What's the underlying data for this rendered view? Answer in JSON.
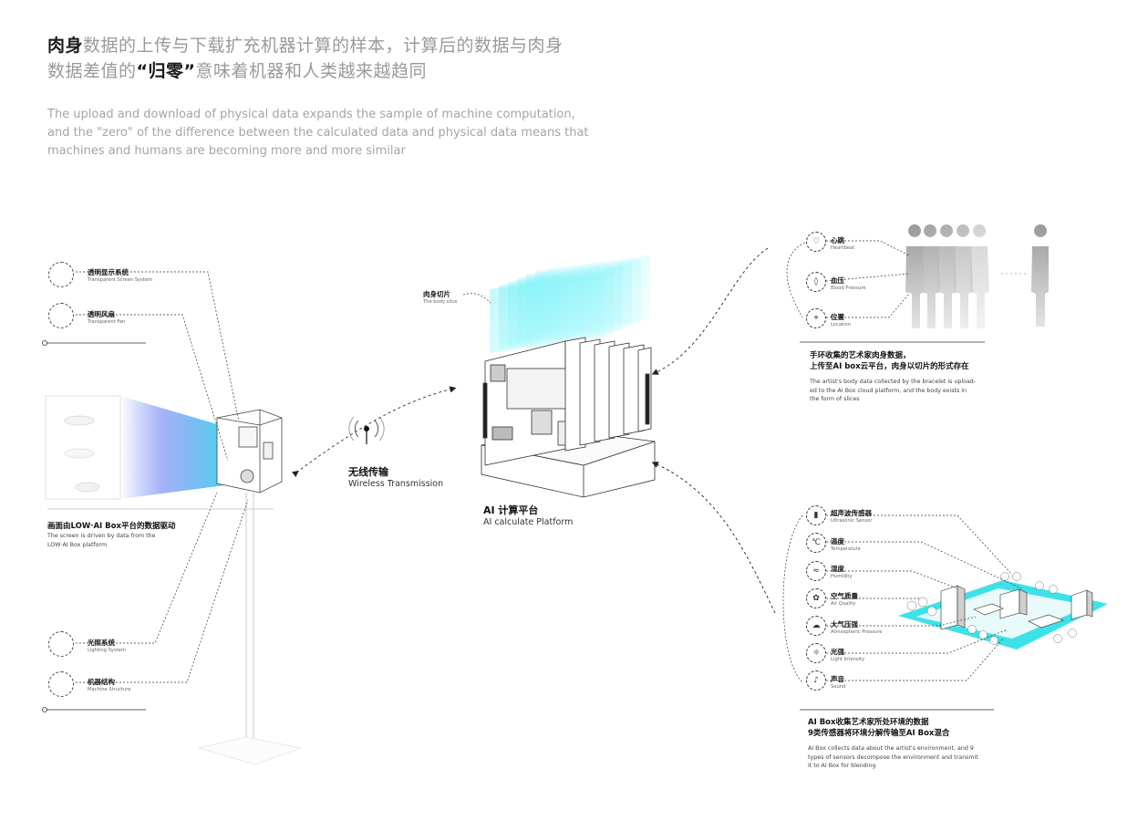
{
  "header": {
    "cn_line1_hl": "肉身",
    "cn_line1_rest": "数据的上传与下载扩充机器计算的样本，计算后的数据与肉身",
    "cn_line2_a": "数据差值的",
    "cn_line2_hl": "“归零”",
    "cn_line2_b": "意味着机器和人类越来越趋同",
    "en_line1": "The upload and download of physical data expands the sample of machine computation,",
    "en_line2": "and the \"zero\" of the difference between the calculated data and physical data means that",
    "en_line3": "machines and humans are becoming more and more similar"
  },
  "left": {
    "items": [
      {
        "cn": "透明显示系统",
        "en": "Transparent Screen System"
      },
      {
        "cn": "透明风扇",
        "en": "Transparent Fan"
      },
      {
        "cn": "光照系统",
        "en": "Lighting System"
      },
      {
        "cn": "机器结构",
        "en": "Machine Structure"
      }
    ],
    "caption_cn": "画面由LOW·AI Box平台的数据驱动",
    "caption_en_1": "The screen is driven by data from the",
    "caption_en_2": "LOW·AI Box platform"
  },
  "middle": {
    "wireless_cn": "无线传输",
    "wireless_en": "Wireless Transmission",
    "platform_cn": "AI 计算平台",
    "platform_en": "AI calculate Platform",
    "slice_cn": "肉身切片",
    "slice_en": "The body slice"
  },
  "right_top": {
    "items": [
      {
        "cn": "心跳",
        "en": "Heartbeat",
        "icon": "heart-icon"
      },
      {
        "cn": "血压",
        "en": "Blood Pressure",
        "icon": "drop-icon"
      },
      {
        "cn": "位置",
        "en": "Location",
        "icon": "location-pin-icon"
      }
    ],
    "caption_cn_1": "手环收集的艺术家肉身数据，",
    "caption_cn_2": "上传至AI box云平台，肉身以切片的形式存在",
    "caption_en_1": "The artist's body data collected by the bracelet is upload-",
    "caption_en_2": "ed to the AI Box cloud platform, and the body exists in",
    "caption_en_3": "the form of slices"
  },
  "right_bottom": {
    "items": [
      {
        "cn": "超声波传感器",
        "en": "Ultrasonic Sensor",
        "icon": "ultrasonic-sensor-icon"
      },
      {
        "cn": "温度",
        "en": "Temperature",
        "icon": "thermometer-icon"
      },
      {
        "cn": "湿度",
        "en": "Humidity",
        "icon": "humidity-icon"
      },
      {
        "cn": "空气质量",
        "en": "Air Quality",
        "icon": "air-quality-icon"
      },
      {
        "cn": "大气压强",
        "en": "Atmospheric Pressure",
        "icon": "pressure-icon"
      },
      {
        "cn": "光强",
        "en": "Light Intensity",
        "icon": "light-icon"
      },
      {
        "cn": "声音",
        "en": "Sound",
        "icon": "sound-icon"
      }
    ],
    "caption_cn_1": "AI Box收集艺术家所处环境的数据",
    "caption_cn_2": "9类传感器将环境分解传输至AI Box混合",
    "caption_en_1": "AI Box collects data about the artist's environment, and 9",
    "caption_en_2": "types of sensors decompose the environment and transmit",
    "caption_en_3": "it to AI Box for blending"
  },
  "colors": {
    "cyan": "#29d9e6",
    "blue": "#3d63f0",
    "text_grey": "#9a9a9a"
  }
}
